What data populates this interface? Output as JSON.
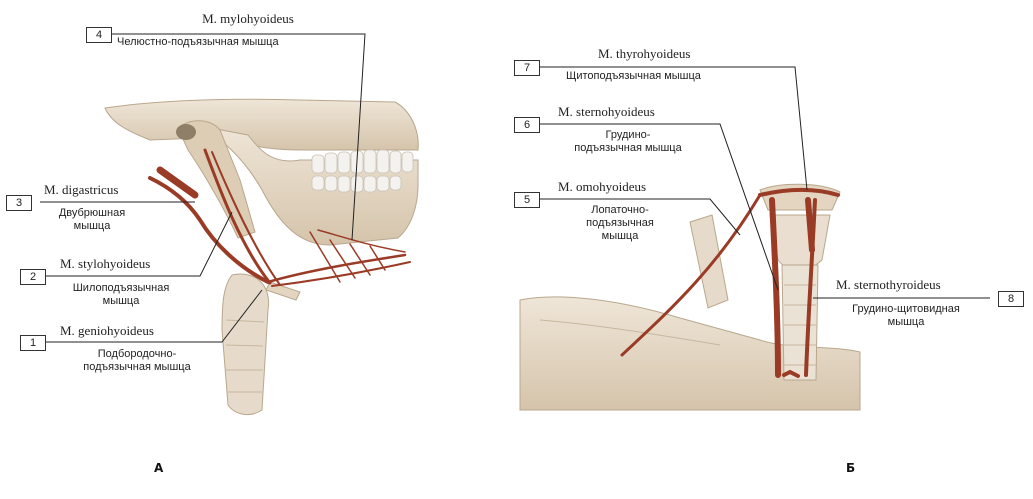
{
  "panels": {
    "a": "А",
    "b": "Б"
  },
  "labels": [
    {
      "num": "1",
      "latin": "M. geniohyoideus",
      "russian": [
        "Подбородочно-",
        "подъязычная мышца"
      ]
    },
    {
      "num": "2",
      "latin": "M. stylohyoideus",
      "russian": [
        "Шилоподъязычная",
        "мышца"
      ]
    },
    {
      "num": "3",
      "latin": "M. digastricus",
      "russian": [
        "Двубрюшная",
        "мышца"
      ]
    },
    {
      "num": "4",
      "latin": "M. mylohyoideus",
      "russian": [
        "Челюстно-подъязычная мышца"
      ]
    },
    {
      "num": "5",
      "latin": "M. omohyoideus",
      "russian": [
        "Лопаточно-",
        "подъязычная",
        "мышца"
      ]
    },
    {
      "num": "6",
      "latin": "M. sternohyoideus",
      "russian": [
        "Грудино-",
        "подъязычная мышца"
      ]
    },
    {
      "num": "7",
      "latin": "M. thyrohyoideus",
      "russian": [
        "Щитоподъязычная мышца"
      ]
    },
    {
      "num": "8",
      "latin": "M. sternothyroideus",
      "russian": [
        "Грудино-щитовидная",
        "мышца"
      ]
    }
  ],
  "colors": {
    "bone": "#e8dccb",
    "bone_shadow": "#cdbba3",
    "muscle": "#9a3b26",
    "leader": "#222222",
    "teeth": "#f4f2ee"
  }
}
